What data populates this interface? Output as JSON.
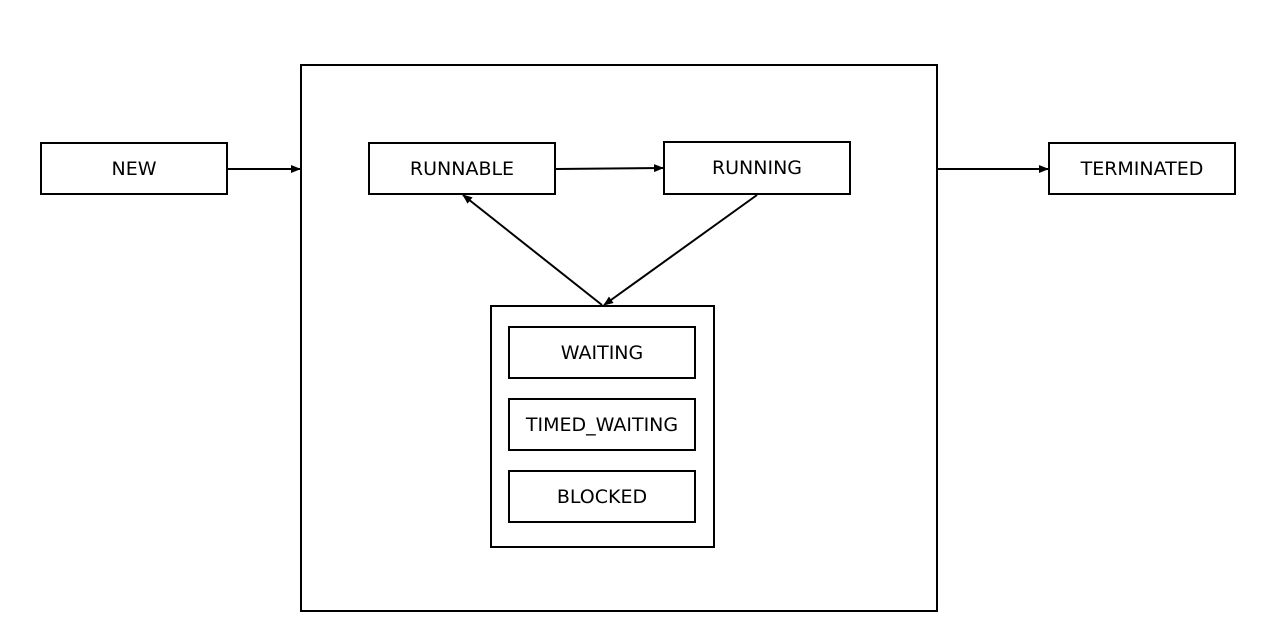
{
  "diagram": {
    "states": {
      "new": "NEW",
      "runnable": "RUNNABLE",
      "running": "RUNNING",
      "terminated": "TERMINATED",
      "waiting": "WAITING",
      "timed_waiting": "TIMED_WAITING",
      "blocked": "BLOCKED"
    },
    "transitions": [
      {
        "from": "NEW",
        "to": "RUNNABLE group"
      },
      {
        "from": "RUNNABLE",
        "to": "RUNNING"
      },
      {
        "from": "RUNNING",
        "to": "WAITING group"
      },
      {
        "from": "WAITING group",
        "to": "RUNNABLE"
      },
      {
        "from": "RUNNABLE group",
        "to": "TERMINATED"
      }
    ],
    "colors": {
      "stroke": "#000000",
      "fill": "#ffffff"
    }
  }
}
